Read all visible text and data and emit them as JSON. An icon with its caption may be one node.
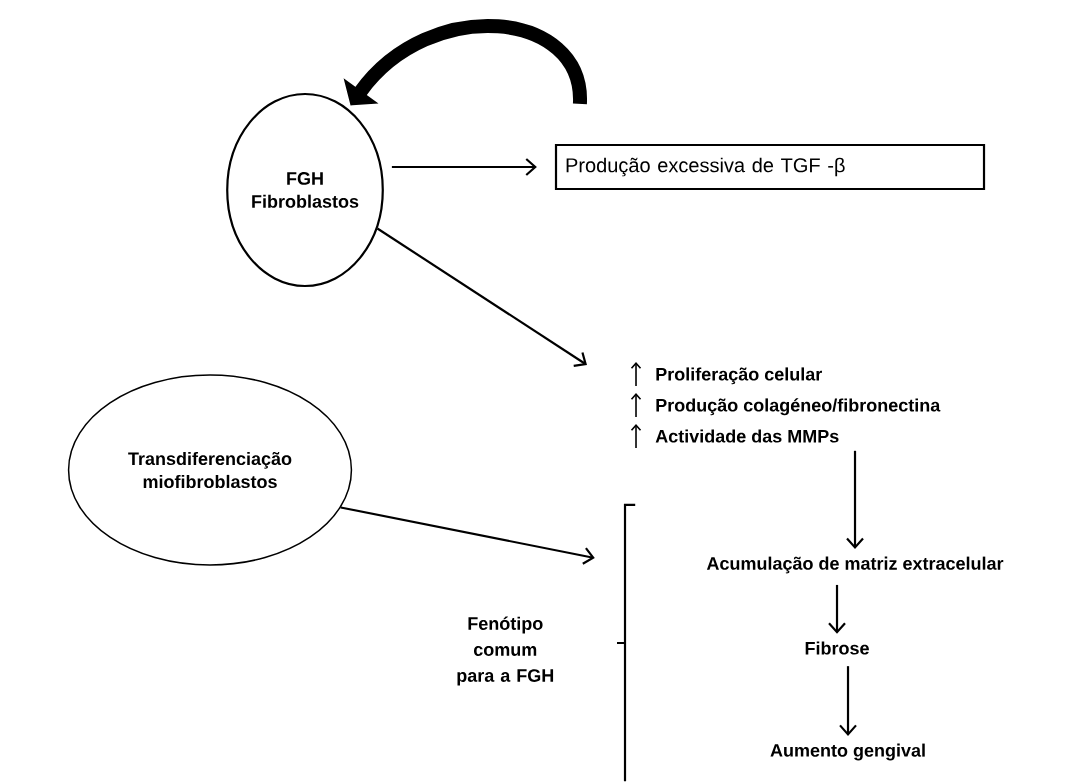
{
  "diagram": {
    "nodes": [
      {
        "text": [
          "FGH Fibroblastos"
        ]
      },
      {
        "text": [
          "Produção excessiva de TGF -β"
        ]
      },
      {
        "text": [
          "Transdiferenciação miofibroblastos"
        ]
      },
      {
        "text": [
          "Proliferação celular",
          "Produção colagéneo/fibronectina",
          "Actividade das MMPs"
        ]
      },
      {
        "text": [],
        "shape": "bracket",
        "beside": [
          "Fenótipo comum para a FGH"
        ]
      },
      {
        "text": [
          "Acumulação de matriz extracelular"
        ]
      },
      {
        "text": [
          "Fibrose"
        ]
      },
      {
        "text": [
          "Aumento gengival"
        ]
      }
    ],
    "edges": [
      {
        "from": 1,
        "to": 0,
        "arrow": "to",
        "style": "thick"
      },
      {
        "from": 0,
        "to": 1,
        "arrow": "to"
      },
      {
        "from": 0,
        "to": 3,
        "arrow": "to"
      },
      {
        "from": 2,
        "to": 4,
        "arrow": "to"
      },
      {
        "from": 3,
        "to": 5,
        "arrow": "to"
      },
      {
        "from": 5,
        "to": 6,
        "arrow": "to"
      },
      {
        "from": 6,
        "to": 7,
        "arrow": "to"
      }
    ]
  }
}
